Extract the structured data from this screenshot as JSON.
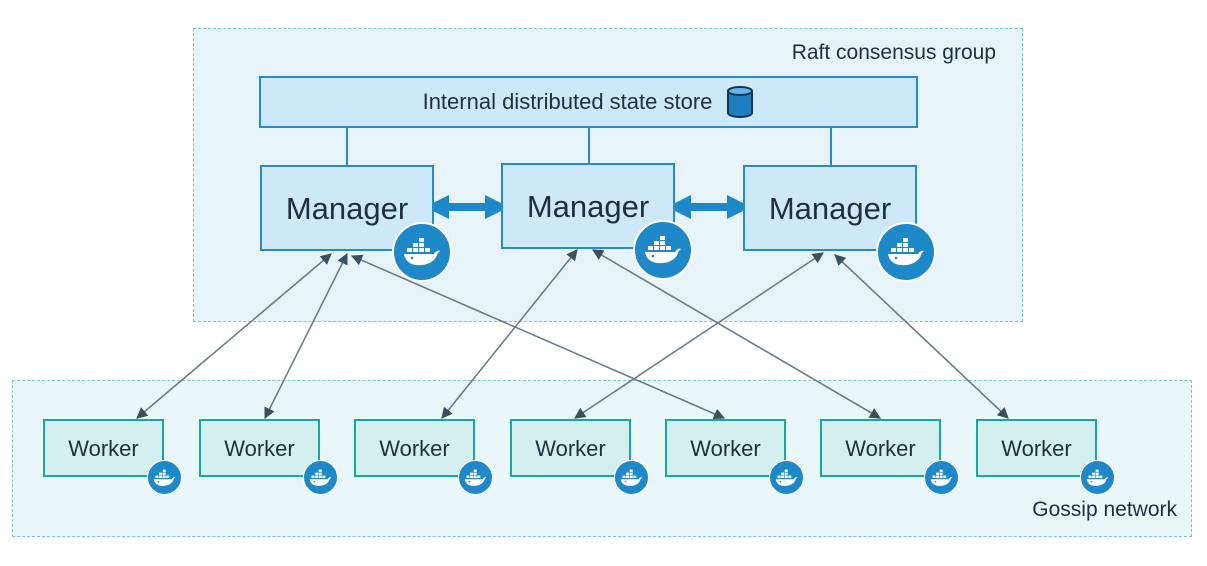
{
  "raft": {
    "label": "Raft consensus group"
  },
  "store": {
    "label": "Internal distributed state store",
    "icon": "database-icon"
  },
  "managers": [
    {
      "label": "Manager",
      "icon": "docker-whale-icon"
    },
    {
      "label": "Manager",
      "icon": "docker-whale-icon"
    },
    {
      "label": "Manager",
      "icon": "docker-whale-icon"
    }
  ],
  "workers": [
    {
      "label": "Worker",
      "icon": "docker-whale-icon"
    },
    {
      "label": "Worker",
      "icon": "docker-whale-icon"
    },
    {
      "label": "Worker",
      "icon": "docker-whale-icon"
    },
    {
      "label": "Worker",
      "icon": "docker-whale-icon"
    },
    {
      "label": "Worker",
      "icon": "docker-whale-icon"
    },
    {
      "label": "Worker",
      "icon": "docker-whale-icon"
    },
    {
      "label": "Worker",
      "icon": "docker-whale-icon"
    }
  ],
  "gossip": {
    "label": "Gossip network"
  },
  "colors": {
    "manager_border": "#2a8ac4",
    "manager_fill": "#cde9f8",
    "worker_border": "#1aa79d",
    "worker_fill": "#d3f0ee",
    "docker_blue": "#1e88c8",
    "link": "#6b7b87"
  }
}
